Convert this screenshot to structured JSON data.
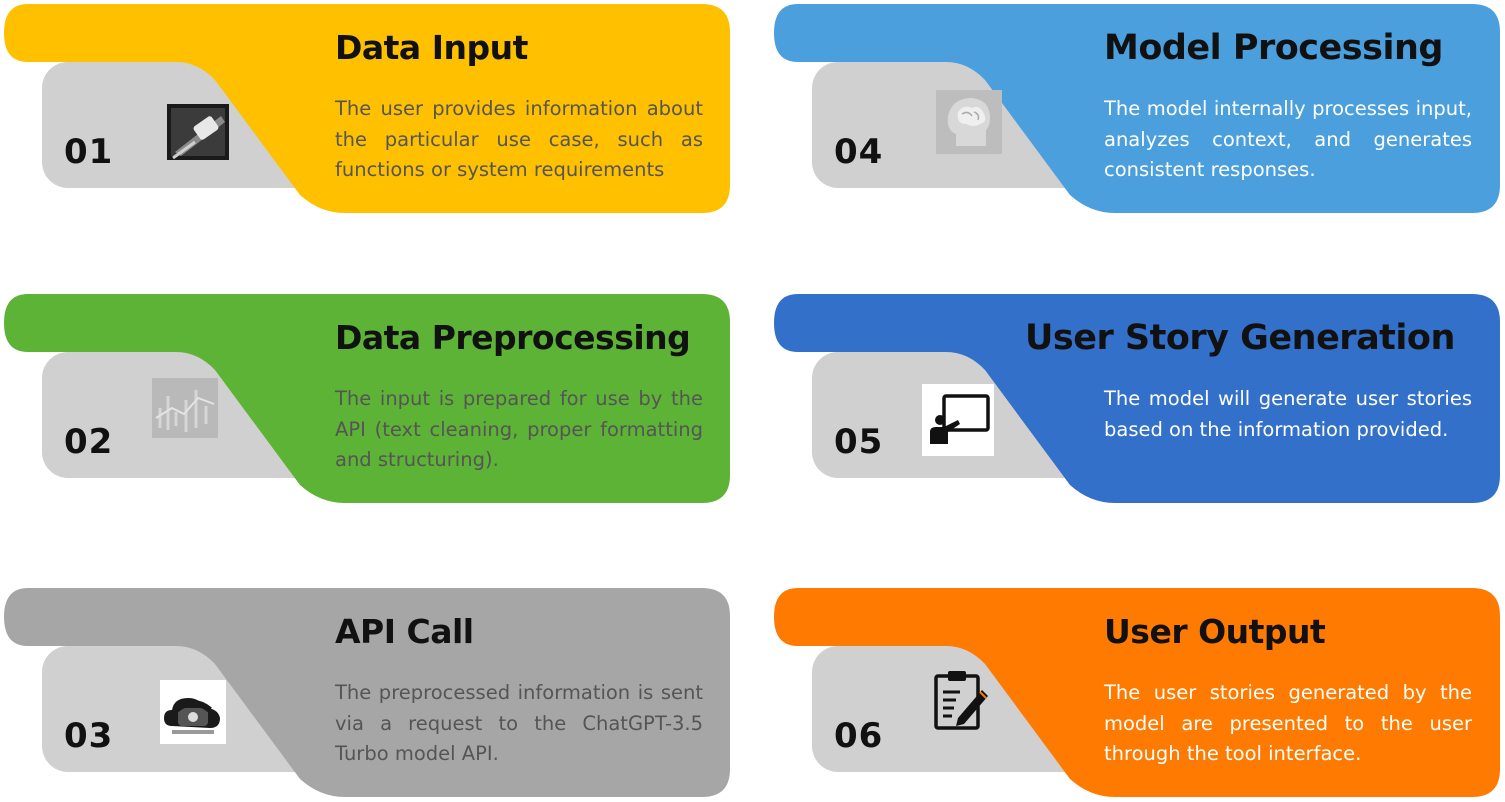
{
  "steps": [
    {
      "number": "01",
      "title": "Data Input",
      "description": "The user provides information about the particular use case, such as functions or system requirements",
      "color": "#FFC000",
      "icon": "keyboard-hand-icon"
    },
    {
      "number": "02",
      "title": "Data Preprocessing",
      "description": "The input is prepared for use by the API (text cleaning, proper formatting and structuring).",
      "color": "#5DB335",
      "icon": "data-texture-icon"
    },
    {
      "number": "03",
      "title": "API Call",
      "description": "The preprocessed information is sent via a request to the ChatGPT-3.5 Turbo model API.",
      "color": "#A6A6A6",
      "icon": "cloud-phone-icon"
    },
    {
      "number": "04",
      "title": "Model Processing",
      "description": "The model internally processes input, analyzes context, and generates consistent responses.",
      "color": "#4A9FDC",
      "icon": "brain-head-icon"
    },
    {
      "number": "05",
      "title": "User Story Generation",
      "description": "The model will generate user stories based on the information provided.",
      "color": "#3370C9",
      "icon": "presenter-icon"
    },
    {
      "number": "06",
      "title": "User Output",
      "description": "The user stories generated by the model are presented to the user through the tool interface.",
      "color": "#FF7A00",
      "icon": "clipboard-pencil-icon"
    }
  ],
  "tab_color": "#D1D0D1"
}
